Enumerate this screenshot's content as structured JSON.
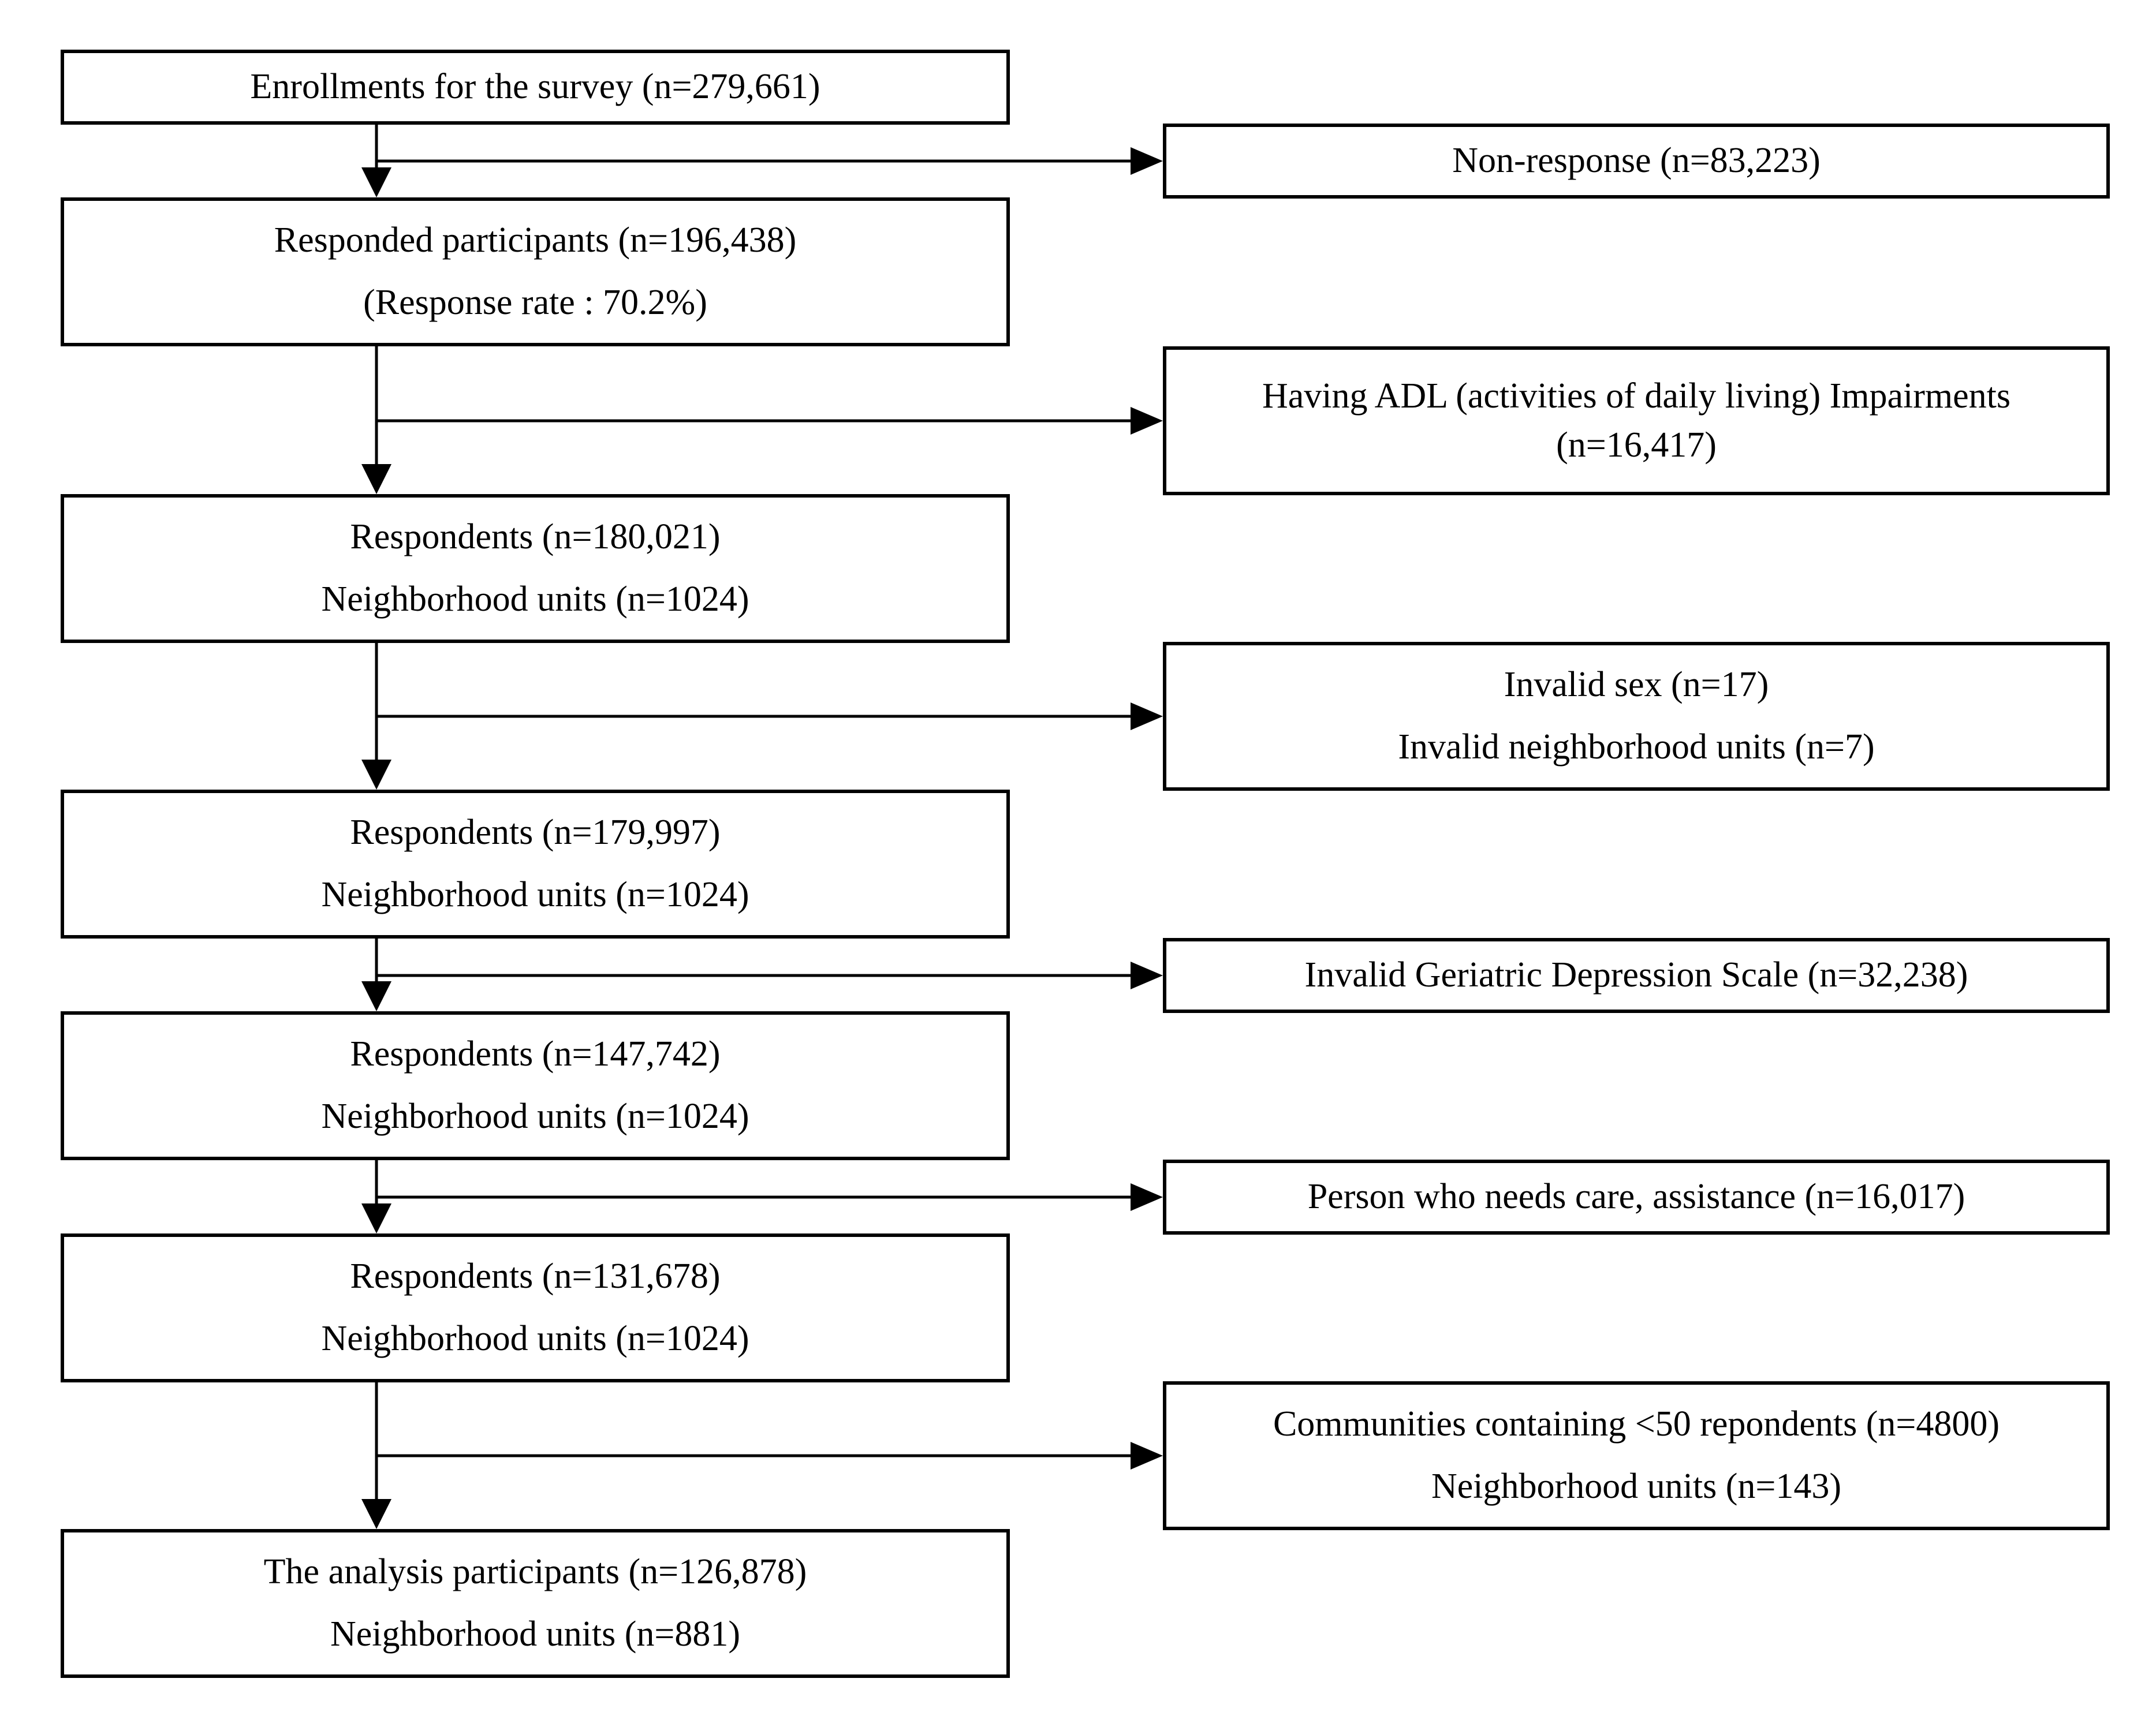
{
  "main_steps": [
    {
      "id": "enrollment",
      "lines": [
        "Enrollments for the survey (n=279,661)"
      ]
    },
    {
      "id": "responded",
      "lines": [
        "Responded participants (n=196,438)",
        "(Response rate : 70.2%)"
      ]
    },
    {
      "id": "step3",
      "lines": [
        "Respondents (n=180,021)",
        "Neighborhood units (n=1024)"
      ]
    },
    {
      "id": "step4",
      "lines": [
        "Respondents (n=179,997)",
        "Neighborhood units (n=1024)"
      ]
    },
    {
      "id": "step5",
      "lines": [
        "Respondents (n=147,742)",
        "Neighborhood units (n=1024)"
      ]
    },
    {
      "id": "step6",
      "lines": [
        "Respondents (n=131,678)",
        "Neighborhood units (n=1024)"
      ]
    },
    {
      "id": "final",
      "lines": [
        "The analysis participants (n=126,878)",
        "Neighborhood units (n=881)"
      ]
    }
  ],
  "exclusions": [
    {
      "id": "non-response",
      "lines": [
        "Non-response (n=83,223)"
      ]
    },
    {
      "id": "adl",
      "lines": [
        "Having ADL (activities of daily living) Impairments",
        "(n=16,417)"
      ]
    },
    {
      "id": "invalid-sex",
      "lines": [
        "Invalid sex (n=17)",
        "Invalid neighborhood units (n=7)"
      ]
    },
    {
      "id": "invalid-gds",
      "lines": [
        "Invalid Geriatric Depression Scale (n=32,238)"
      ]
    },
    {
      "id": "needs-care",
      "lines": [
        "Person who needs care, assistance (n=16,017)"
      ]
    },
    {
      "id": "small-communities",
      "lines": [
        "Communities containing <50 repondents (n=4800)",
        "Neighborhood units (n=143)"
      ]
    }
  ]
}
